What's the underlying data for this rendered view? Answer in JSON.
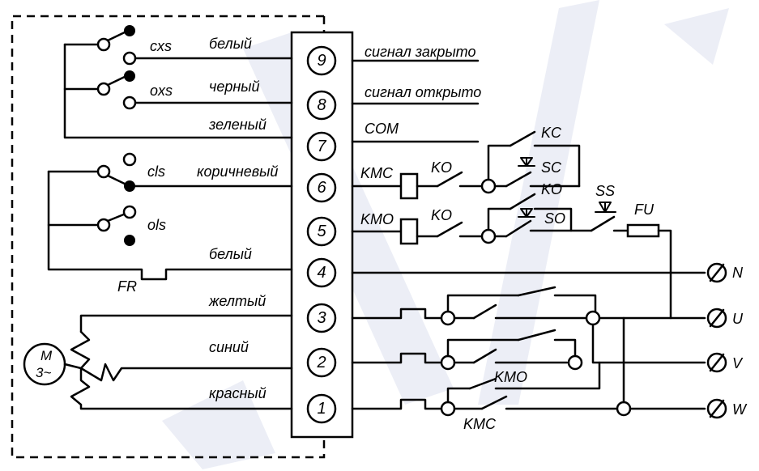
{
  "terminals": [
    {
      "number": "9",
      "wire_color": "белый",
      "signal": "сигнал закрыто"
    },
    {
      "number": "8",
      "wire_color": "черный",
      "signal": "сигнал открыто"
    },
    {
      "number": "7",
      "wire_color": "зеленый",
      "signal": "COM"
    },
    {
      "number": "6",
      "wire_color": "коричневый",
      "signal": "KMC"
    },
    {
      "number": "5",
      "wire_color": "",
      "signal": "KMO"
    },
    {
      "number": "4",
      "wire_color": "белый",
      "signal": ""
    },
    {
      "number": "3",
      "wire_color": "желтый",
      "signal": ""
    },
    {
      "number": "2",
      "wire_color": "синий",
      "signal": ""
    },
    {
      "number": "1",
      "wire_color": "красный",
      "signal": ""
    }
  ],
  "switches": {
    "cxs": "cxs",
    "oxs": "oxs",
    "cls": "cls",
    "ols": "ols",
    "fr": "FR"
  },
  "control": {
    "ko_contact_top": "KO",
    "ko_contact_bottom": "KO",
    "kc_button": "KC",
    "sc_button": "SC",
    "ko_button": "KO",
    "so_button": "SO",
    "ss_button": "SS",
    "fuse": "FU"
  },
  "motor": {
    "line1": "M",
    "line2": "3~"
  },
  "power": {
    "contactor_kmo": "KMO",
    "contactor_kmc": "KMC",
    "terminal_n": "N",
    "terminal_u": "U",
    "terminal_v": "V",
    "terminal_w": "W"
  }
}
